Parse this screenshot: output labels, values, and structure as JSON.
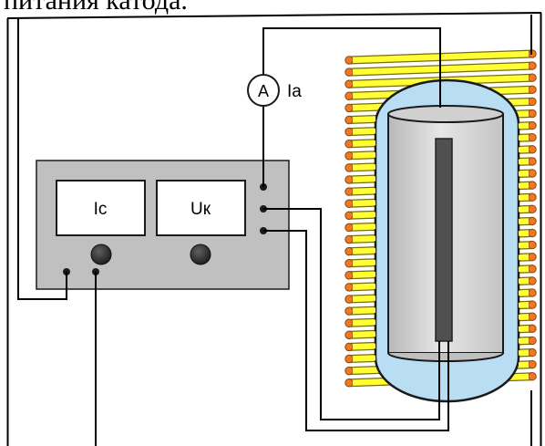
{
  "caption": "питания катода.",
  "meter_labels": {
    "left": "Ic",
    "right": "Uк"
  },
  "ammeter": {
    "symbol": "A",
    "label": "Ia"
  },
  "colors": {
    "panel": "#c0c0c0",
    "coil_wire": "#ffff33",
    "coil_terminal": "#f07820",
    "glass_envelope": "#b9def4",
    "anode_cylinder": "#d6d6d6",
    "cathode_rod": "#505050",
    "wire": "#000000"
  }
}
